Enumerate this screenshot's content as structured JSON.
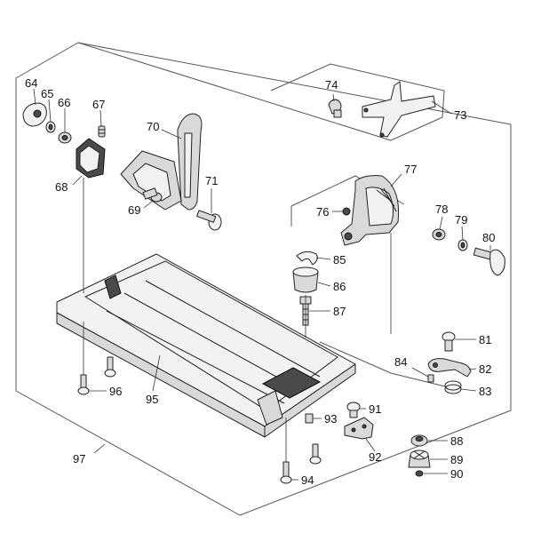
{
  "callouts": [
    {
      "id": "64",
      "text": "64"
    },
    {
      "id": "65",
      "text": "65"
    },
    {
      "id": "66",
      "text": "66"
    },
    {
      "id": "67",
      "text": "67"
    },
    {
      "id": "68",
      "text": "68"
    },
    {
      "id": "69",
      "text": "69"
    },
    {
      "id": "70",
      "text": "70"
    },
    {
      "id": "71",
      "text": "71"
    },
    {
      "id": "73",
      "text": "73"
    },
    {
      "id": "74",
      "text": "74"
    },
    {
      "id": "76",
      "text": "76"
    },
    {
      "id": "77",
      "text": "77"
    },
    {
      "id": "78",
      "text": "78"
    },
    {
      "id": "79",
      "text": "79"
    },
    {
      "id": "80",
      "text": "80"
    },
    {
      "id": "81",
      "text": "81"
    },
    {
      "id": "82",
      "text": "82"
    },
    {
      "id": "83",
      "text": "83"
    },
    {
      "id": "84",
      "text": "84"
    },
    {
      "id": "85",
      "text": "85"
    },
    {
      "id": "86",
      "text": "86"
    },
    {
      "id": "87",
      "text": "87"
    },
    {
      "id": "88",
      "text": "88"
    },
    {
      "id": "89",
      "text": "89"
    },
    {
      "id": "90",
      "text": "90"
    },
    {
      "id": "91",
      "text": "91"
    },
    {
      "id": "92",
      "text": "92"
    },
    {
      "id": "93",
      "text": "93"
    },
    {
      "id": "94",
      "text": "94"
    },
    {
      "id": "95",
      "text": "95"
    },
    {
      "id": "96",
      "text": "96"
    },
    {
      "id": "97",
      "text": "97"
    }
  ]
}
